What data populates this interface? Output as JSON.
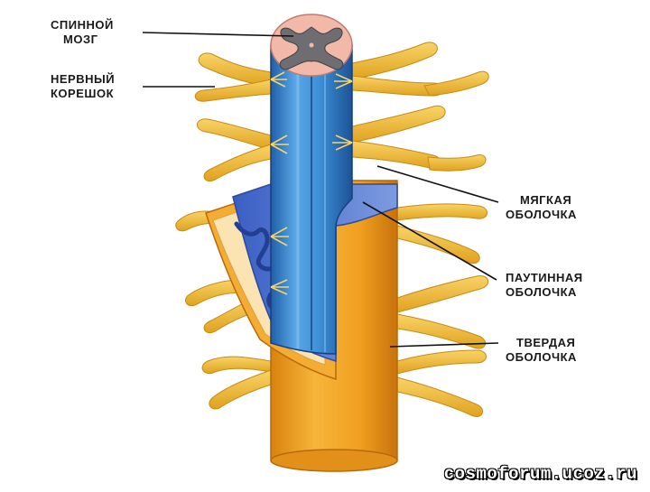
{
  "labels": {
    "spinal_cord": [
      "СПИННОЙ",
      "МОЗГ"
    ],
    "nerve_root": [
      "НЕРВНЫЙ",
      "КОРЕШОК"
    ],
    "pia_mater": [
      "МЯГКАЯ",
      "ОБОЛОЧКА"
    ],
    "arachnoid": [
      "ПАУТИННАЯ",
      "ОБОЛОЧКА"
    ],
    "dura_mater": [
      "ТВЕРДАЯ",
      "ОБОЛОЧКА"
    ]
  },
  "watermark": "cosmoforum.ucoz.ru",
  "colors": {
    "pia_blue": "#3f8fd4",
    "arachnoid_blue": "#5a7fd0",
    "dura_orange": "#f0a21c",
    "nerve_yellow": "#f1c245",
    "gray_matter": "#6e6e72",
    "white_matter": "#f2b8a8"
  }
}
